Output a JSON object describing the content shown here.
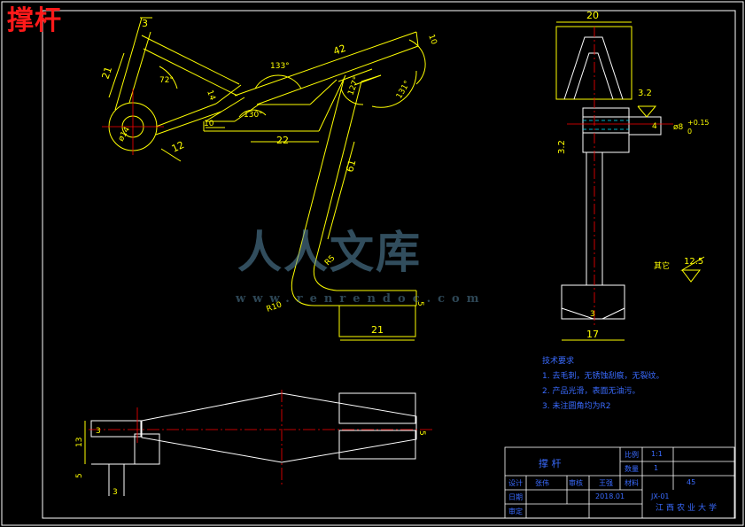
{
  "title": "撑杆",
  "watermark": {
    "main": "人人文库",
    "sub": "www.renrendoc.com"
  },
  "dimensions": {
    "front": {
      "d1": "3",
      "d2": "21",
      "a1": "72°",
      "d3": "ø14",
      "d4": "12",
      "d5": "10",
      "d6": "22",
      "d7": "14",
      "a2": "130°",
      "a3": "133°",
      "d8": "42",
      "d9": "10",
      "a4": "127°",
      "a5": "131°",
      "d10": "61",
      "d11": "R5",
      "d12": "R10",
      "d13": "5",
      "d14": "21"
    },
    "side": {
      "d1": "20",
      "d2": "3.2",
      "d3": "4",
      "d4": "3.2",
      "d5": "3",
      "d6": "17"
    },
    "bottom": {
      "d1": "3",
      "d2": "13",
      "d3": "5",
      "d4": "3",
      "d5": "5"
    }
  },
  "tolerance": {
    "main": "ø8",
    "upper": "+0.15",
    "lower": "0"
  },
  "roughness": {
    "label": "其它",
    "value": "12.5"
  },
  "notes": {
    "heading": "技术要求",
    "items": [
      "1. 去毛刺，无锈蚀刮痕，无裂纹。",
      "2. 产品光滑，表面无油污。",
      "3. 未注圆角均为R2"
    ]
  },
  "title_block": {
    "part_name": "撑   杆",
    "c1": "比例",
    "c1v": "1:1",
    "c2": "数量",
    "c2v": "1",
    "c3": "材料",
    "c3v": "45",
    "designer_label": "设计",
    "designer": "张伟",
    "checker_label": "审核",
    "checker": "王强",
    "date_label": "日期",
    "date": "2018.01",
    "reviewer_label": "审定",
    "drawing_no": "JX-01",
    "school": "江西农业大学"
  },
  "colors": {
    "line": "#ffff00",
    "border": "#ffffff",
    "center": "#ff0000",
    "text_blue": "#3a6bff",
    "title": "#ff1a1a"
  }
}
